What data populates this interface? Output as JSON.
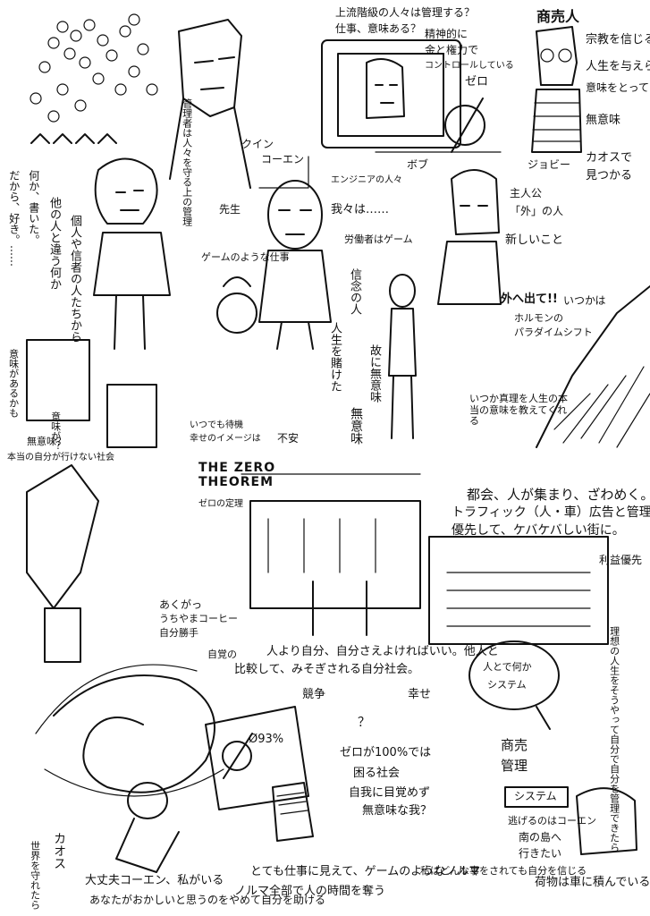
{
  "notes": {
    "upper_class": "上流階級の人々は管理する？",
    "work_meaning": "仕事、意味ある？",
    "merchant": "商売人",
    "religion": "宗教を信じる者は",
    "life_meaning": "人生を与えられて",
    "have_meaning": "意味をとって",
    "no_meaning": "無意味",
    "chaos": "カオスで",
    "seek": "見つかる",
    "seishin": "精神的に",
    "money_power": "金と権力で",
    "control": "コントロールしている",
    "zero_top": "ゼロ",
    "phi_big": "Ø",
    "qohen": "コーエン",
    "clown": "クイン",
    "teacher": "先生",
    "bob": "ボブ",
    "joby": "ジョビー",
    "protagonist": "主人公",
    "outsider": "「外」の人",
    "engineer": "エンジニアの人々",
    "we_are": "我々は……",
    "laborers": "労働者はゲーム",
    "game_work": "ゲームのような仕事",
    "manager_vert": "管理者は人々を守る上の管理",
    "other_people": "他の人と違う何か",
    "everyone": "個人や信者の人たちから",
    "something": "何か、書いた。",
    "dasou": "だから、好き。……",
    "newthing": "新しいこと",
    "go_out": "外へ出て!!",
    "hormone": "ホルモンの",
    "paradigm": "パラダイムシフト",
    "whenever": "いつかは",
    "true_meaning": "いつか真理を人生の本当の意味を教えてくれる",
    "shinnen": "信念の人",
    "life_bet": "人生を賭けた",
    "muimi": "故に無意味",
    "muimi2": "無意味",
    "waiting": "いつでも待機",
    "happiness": "幸せのイメージは",
    "fuan": "不安",
    "zero_theorem": "THE ZERO THEOREM",
    "zero_theorem_jp": "ゼロの定理",
    "city": "都会、人が集まり、ざわめく。",
    "traffic": "トラフィック（人・車）広告と管理",
    "priority": "優先して、ケバケバしい街に。",
    "profit": "利益優先",
    "anxiety": "あくがっ",
    "uchiyama": "うちやまコーヒー",
    "selfish": "自分勝手",
    "self": "自覚の",
    "everyone2": "人より自分、自分さえよければいい。他人と",
    "compare": "比較して、みそぎされる自分社会。",
    "competition": "競争",
    "happy": "幸せ",
    "question": "？",
    "zero_phi": "Ø93%",
    "zero_is": "ゼロが100%では",
    "trouble": "困る社会",
    "self_aware": "自我に目覚めず",
    "muimi_q": "無意味な我？",
    "people_top": "人とで何か",
    "system_top": "システム",
    "business": "商売",
    "kanri": "管理",
    "system": "システム",
    "escape": "逃げるのはコーエン",
    "south_island": "南の島へ",
    "go": "行きたい",
    "right_vert": "理想の人生をそうやって自分で自分を管理できたら",
    "daijoubu": "大丈夫コーエン、私がいる",
    "ore": "あなたがおかしいと思うのをやめて自分を助ける",
    "job": "とても仕事に見えて、ゲームのようなノルマ",
    "norma": "ノルマ全部で人の時間を奪う",
    "message": "私はどんな事をされても自分を信じる",
    "bottom_right": "荷物は車に積んでいる",
    "chaos_left": "カオス",
    "world": "世界を守れたら",
    "left_vert1": "意味があるかも",
    "left_vert2": "意味が？",
    "muimi_left": "無意味？",
    "honshin": "本当の自分が行けない社会"
  },
  "colors": {
    "ink": "#111111",
    "paper": "#ffffff"
  }
}
